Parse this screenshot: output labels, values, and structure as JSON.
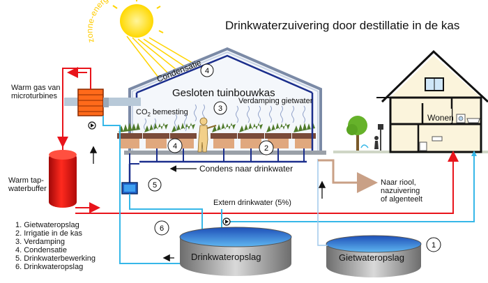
{
  "title": "Drinkwaterzuivering door destillatie in de kas",
  "sun_label": "zonne-energie",
  "greenhouse": {
    "title": "Gesloten tuinbouwkas",
    "condensation": "Condensatie",
    "co2_prefix": "CO",
    "co2_sub": "2",
    "co2_suffix": " bemesting",
    "evaporation": "Verdamping gietwater",
    "condens_to_drinking": "Condens naar drinkwater"
  },
  "warm_gas": {
    "line1": "Warm gas van",
    "line2": "microturbines"
  },
  "buffer": {
    "line1": "Warm tap-",
    "line2": "waterbuffer"
  },
  "house": {
    "wonen": "Wonen"
  },
  "sewer": {
    "line1": "Naar riool,",
    "line2": "nazuivering",
    "line3": "of algenteelt"
  },
  "extern": "Extern drinkwater (5%)",
  "tanks": {
    "drinking": "Drinkwateropslag",
    "irrigation": "Gietwateropslag"
  },
  "markers": {
    "n1": "1",
    "n2": "2",
    "n3": "3",
    "n4": "4",
    "n5": "5",
    "n6": "6"
  },
  "legend": [
    "1. Gietwateropslag",
    "2. Irrigatie in de kas",
    "3. Verdamping",
    "4. Condensatie",
    "5. Drinkwaterbewerking",
    "6. Drinkwateropslag"
  ],
  "colors": {
    "red": "#e8141b",
    "blue": "#36b7e8",
    "darkblue": "#1b2e8c",
    "brown": "#c9a086",
    "sun": "#ffe100"
  }
}
